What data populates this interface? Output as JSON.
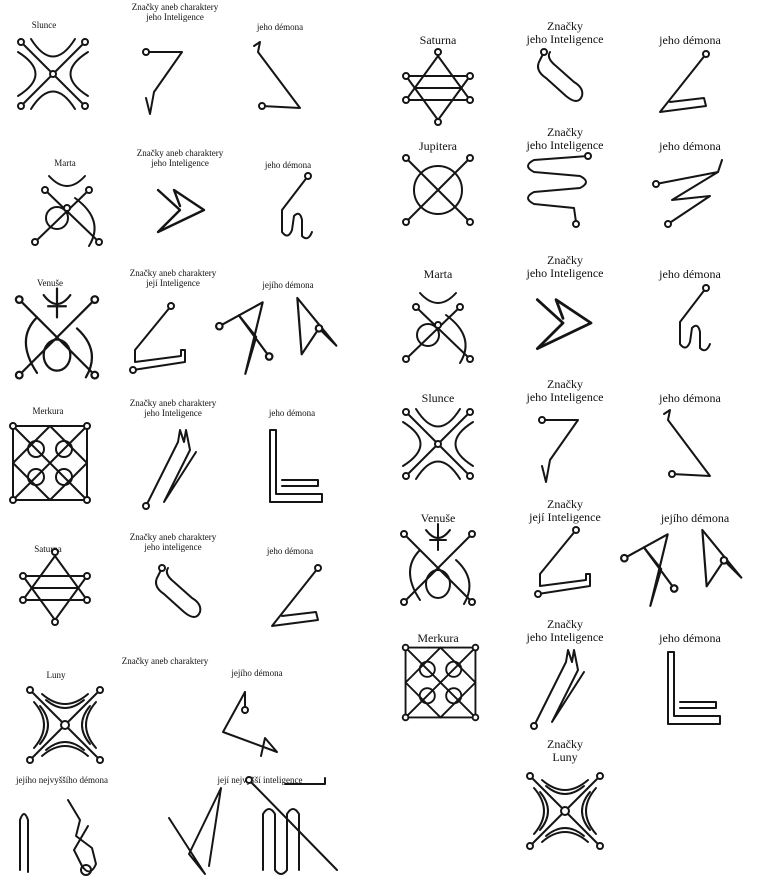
{
  "left": {
    "slunce": {
      "planet": "Slunce",
      "intel": "Značky aneb charaktery\njeho Inteligence",
      "demon": "jeho démona"
    },
    "marta": {
      "planet": "Marta",
      "intel": "Značky aneb charaktery\njeho Inteligence",
      "demon": "jeho démona"
    },
    "venuse": {
      "planet": "Venuše",
      "intel": "Značky aneb charaktery\njejí Inteligence",
      "demon": "jejího démona"
    },
    "merkura": {
      "planet": "Merkura",
      "intel": "Značky aneb charaktery\njeho Inteligence",
      "demon": "jeho démona"
    },
    "saturna": {
      "planet": "Saturna",
      "intel": "Značky aneb charaktery\njeho inteligence",
      "demon": "jeho démona"
    },
    "luny": {
      "planet": "Luny",
      "intel": "Značky aneb charaktery",
      "demon": "jejího démona",
      "demon_of_demons": "jejího nejvyššího démona",
      "intel_of_intel": "její nejvyšší inteligence"
    }
  },
  "right": {
    "saturna": {
      "planet": "Saturna",
      "intel": "Značky\njeho Inteligence",
      "demon": "jeho démona"
    },
    "jupitera": {
      "planet": "Jupitera",
      "intel": "Značky\njeho Inteligence",
      "demon": "jeho démona"
    },
    "marta": {
      "planet": "Marta",
      "intel": "Značky\njeho Inteligence",
      "demon": "jeho démona"
    },
    "slunce": {
      "planet": "Slunce",
      "intel": "Značky\njeho Inteligence",
      "demon": "jeho démona"
    },
    "venuse": {
      "planet": "Venuše",
      "intel": "Značky\njejí Inteligence",
      "demon": "jejího démona"
    },
    "merkura": {
      "planet": "Merkura",
      "intel": "Značky\njeho Inteligence",
      "demon": "jeho démona"
    },
    "luny": {
      "title": "Značky\nLuny"
    }
  }
}
